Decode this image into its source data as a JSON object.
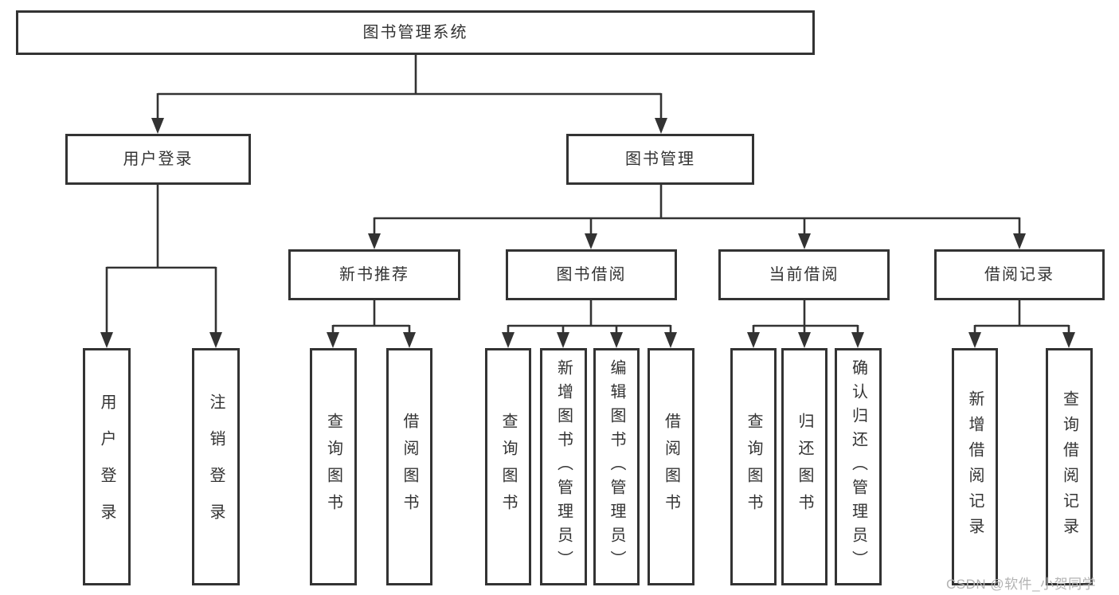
{
  "diagram": {
    "title": "图书管理系统",
    "children": [
      {
        "label": "用户登录",
        "children": [
          {
            "label": "用户登录"
          },
          {
            "label": "注销登录"
          }
        ]
      },
      {
        "label": "图书管理",
        "children": [
          {
            "label": "新书推荐",
            "children": [
              {
                "label": "查询图书"
              },
              {
                "label": "借阅图书"
              }
            ]
          },
          {
            "label": "图书借阅",
            "children": [
              {
                "label": "查询图书"
              },
              {
                "label": "新增图书（管理员）"
              },
              {
                "label": "编辑图书（管理员）"
              },
              {
                "label": "借阅图书"
              }
            ]
          },
          {
            "label": "当前借阅",
            "children": [
              {
                "label": "查询图书"
              },
              {
                "label": "归还图书"
              },
              {
                "label": "确认归还（管理员）"
              }
            ]
          },
          {
            "label": "借阅记录",
            "children": [
              {
                "label": "新增借阅记录"
              },
              {
                "label": "查询借阅记录"
              }
            ]
          }
        ]
      }
    ]
  },
  "watermark": {
    "text": "CSDN @软件_小贺同学"
  },
  "colors": {
    "line": "#333333",
    "text": "#333333",
    "box_background": "#ffffff",
    "watermark": "#b3b3b3"
  }
}
